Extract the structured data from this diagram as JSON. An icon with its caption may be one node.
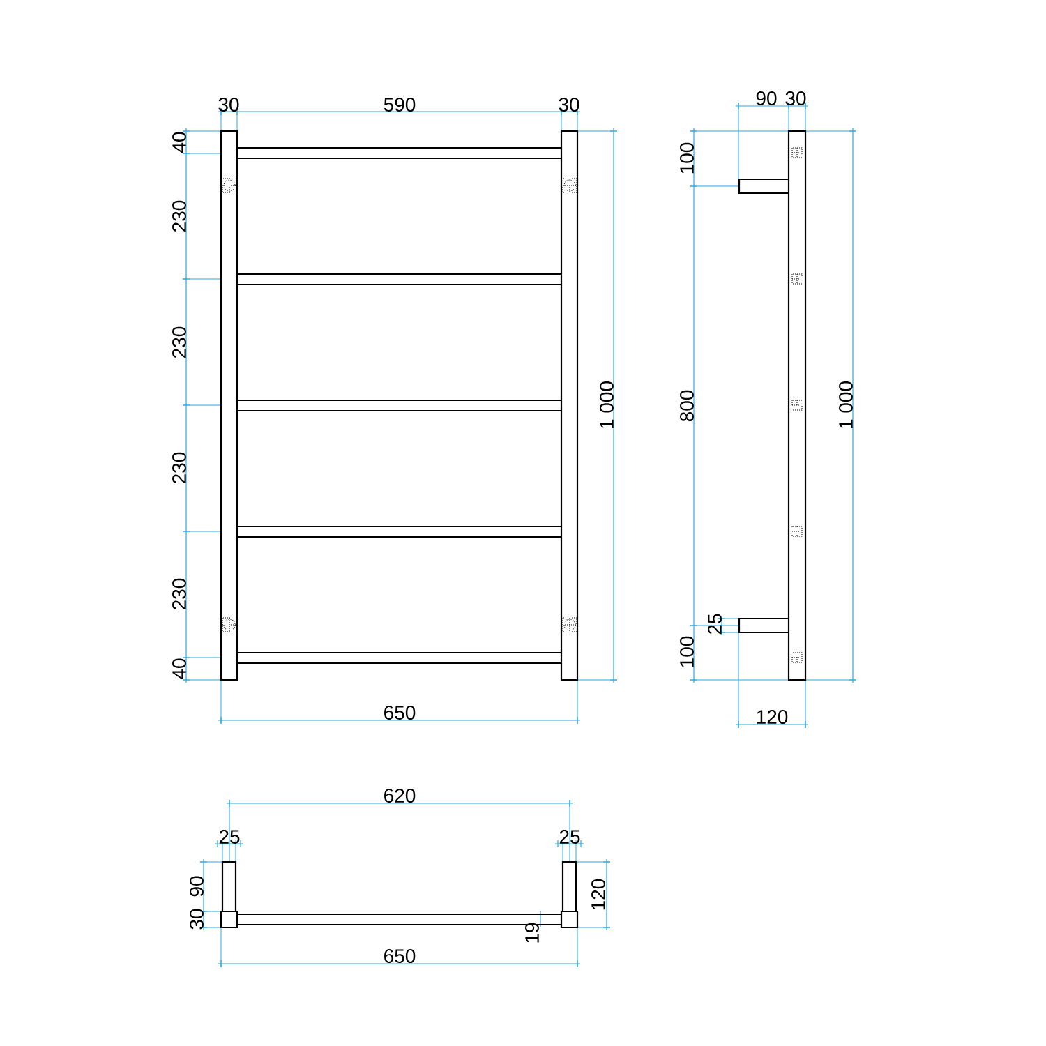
{
  "diagram": {
    "labels": [
      "30",
      "590",
      "30",
      "40",
      "230",
      "230",
      "230",
      "230",
      "40",
      "1 000",
      "650",
      "90",
      "30",
      "100",
      "800",
      "25",
      "100",
      "1 000",
      "120",
      "620",
      "25",
      "25",
      "90",
      "30",
      "120",
      "19",
      "650"
    ]
  }
}
